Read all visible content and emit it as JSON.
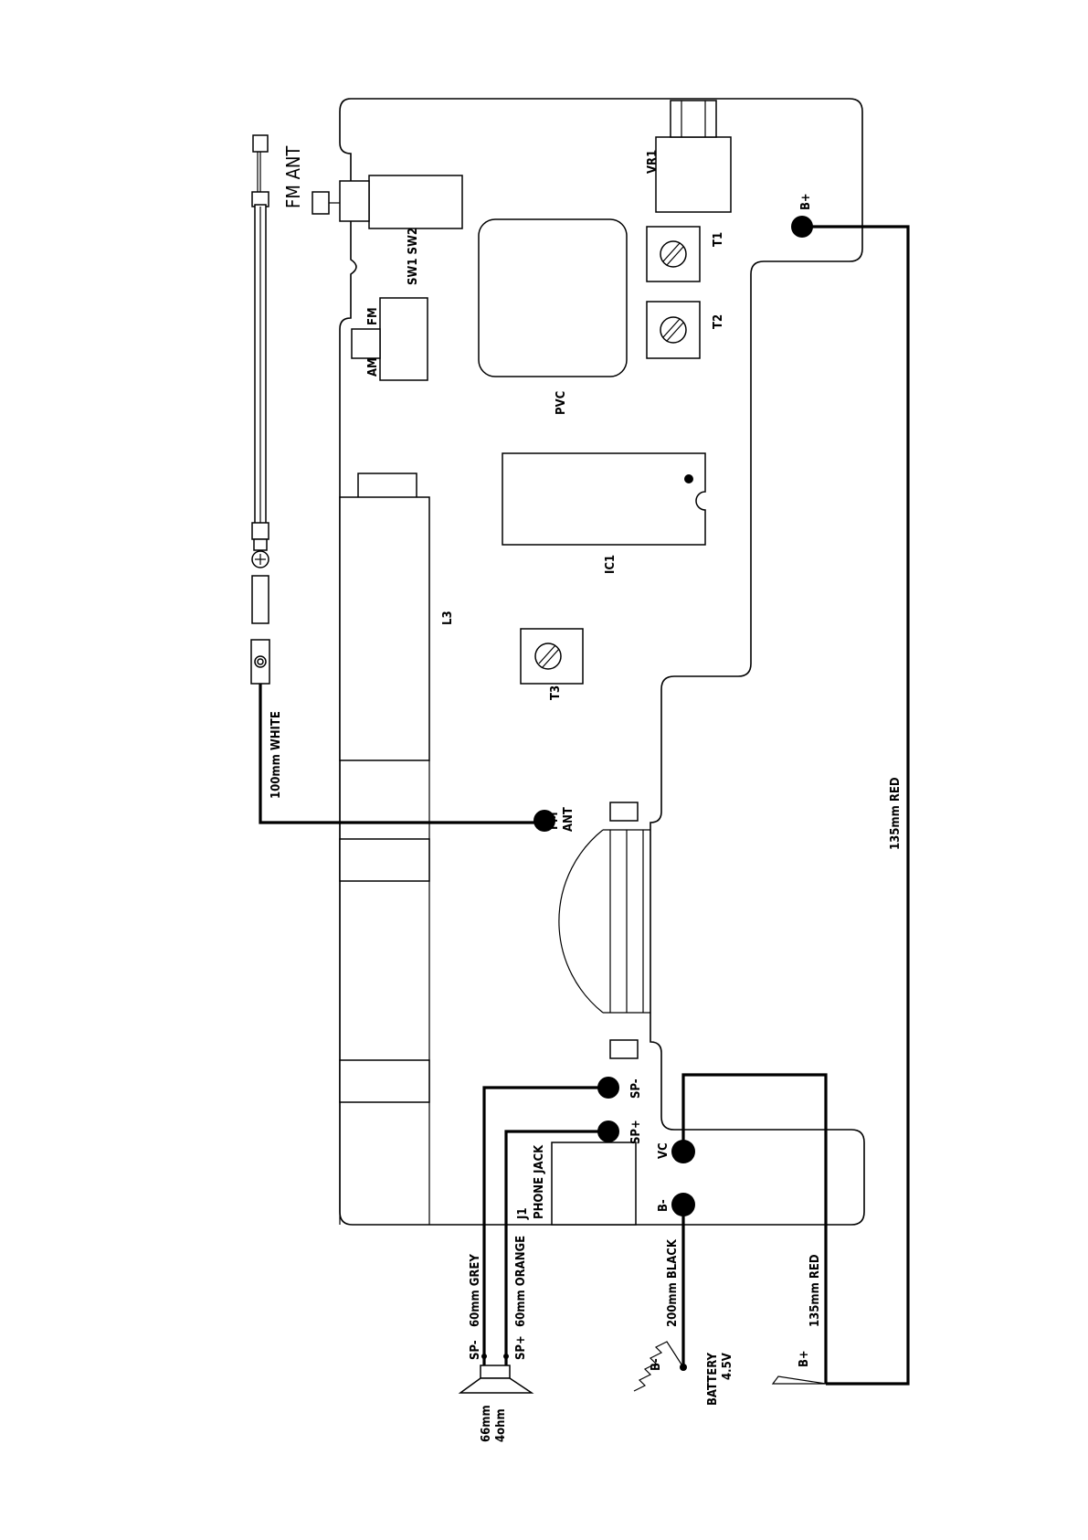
{
  "antenna": {
    "label": "FM ANT"
  },
  "pcb": {
    "components": {
      "sw": "SW1 SW2",
      "fm": "FM",
      "am": "AM",
      "vr1": "VR1",
      "t1": "T1",
      "t2": "T2",
      "pvc": "PVC",
      "ic1": "IC1",
      "l3": "L3",
      "t3": "T3",
      "j1": "J1",
      "phone_jack": "PHONE JACK"
    },
    "pads": {
      "b_plus": "B+",
      "fm_ant_line1": "FM",
      "fm_ant_line2": "ANT",
      "sp_minus": "SP-",
      "sp_plus": "SP+",
      "vc": "VC",
      "b_minus": "B-"
    }
  },
  "wires": {
    "white": "100mm WHITE",
    "red_top": "135mm RED",
    "grey": "60mm GREY",
    "orange": "60mm ORANGE",
    "black": "200mm BLACK",
    "red_bottom": "135mm RED"
  },
  "external": {
    "sp_minus": "SP-",
    "sp_plus": "SP+",
    "speaker_size": "66mm",
    "speaker_ohm": "4ohm",
    "battery_minus": "B-",
    "battery_label": "BATTERY",
    "battery_voltage": "4.5V",
    "battery_plus": "B+"
  }
}
